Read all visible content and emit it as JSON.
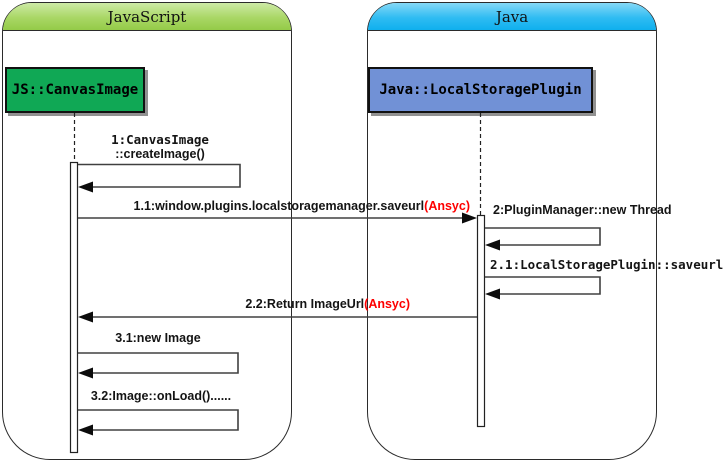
{
  "diagram": {
    "type": "uml-sequence-diagram",
    "frames": [
      {
        "title": "JavaScript",
        "header_color": "#a3d45f"
      },
      {
        "title": "Java",
        "header_color": "#29baf2"
      }
    ],
    "objects": [
      {
        "label": "JS::CanvasImage",
        "fill": "#10a855"
      },
      {
        "label": "Java::LocalStoragePlugin",
        "fill": "#7191d6"
      }
    ],
    "messages": [
      {
        "num": "1",
        "line1": "1:CanvasImage",
        "line2": "::createImage()",
        "kind": "self"
      },
      {
        "num": "1.1",
        "text": "1.1:window.plugins.localstoragemanager.saveurl",
        "async_tag": "(Ansyc)",
        "kind": "call"
      },
      {
        "num": "2",
        "text": "2:PluginManager::new Thread",
        "kind": "self"
      },
      {
        "num": "2.1",
        "text": "2.1:LocalStoragePlugin::saveurl",
        "kind": "self"
      },
      {
        "num": "2.2",
        "text": "2.2:Return ImageUrl",
        "async_tag": "(Ansyc)",
        "kind": "return"
      },
      {
        "num": "3.1",
        "text": "3.1:new Image",
        "kind": "self"
      },
      {
        "num": "3.2",
        "text": "3.2:Image::onLoad()......",
        "kind": "self"
      }
    ],
    "colors": {
      "async_tag_red": "#fe0000",
      "line": "#404040",
      "object_shadow": "#919191"
    }
  }
}
